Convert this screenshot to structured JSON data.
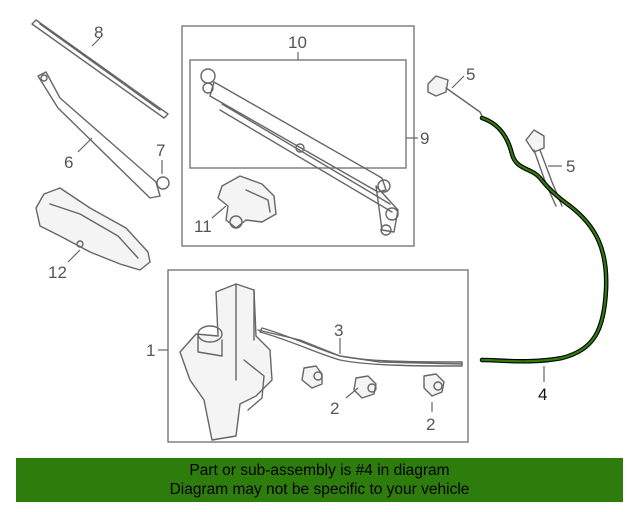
{
  "callouts": {
    "c1": "1",
    "c2a": "2",
    "c2b": "2",
    "c3": "3",
    "c4": "4",
    "c5a": "5",
    "c5b": "5",
    "c6": "6",
    "c7": "7",
    "c8": "8",
    "c9": "9",
    "c10": "10",
    "c11": "11",
    "c12": "12"
  },
  "highlighted_part": "4",
  "colors": {
    "highlight": "#2e7d0c",
    "banner": "#2e7d0c"
  },
  "banner": {
    "line1": "Part or sub-assembly is #4 in diagram",
    "line2": "Diagram may not be specific to your vehicle"
  }
}
